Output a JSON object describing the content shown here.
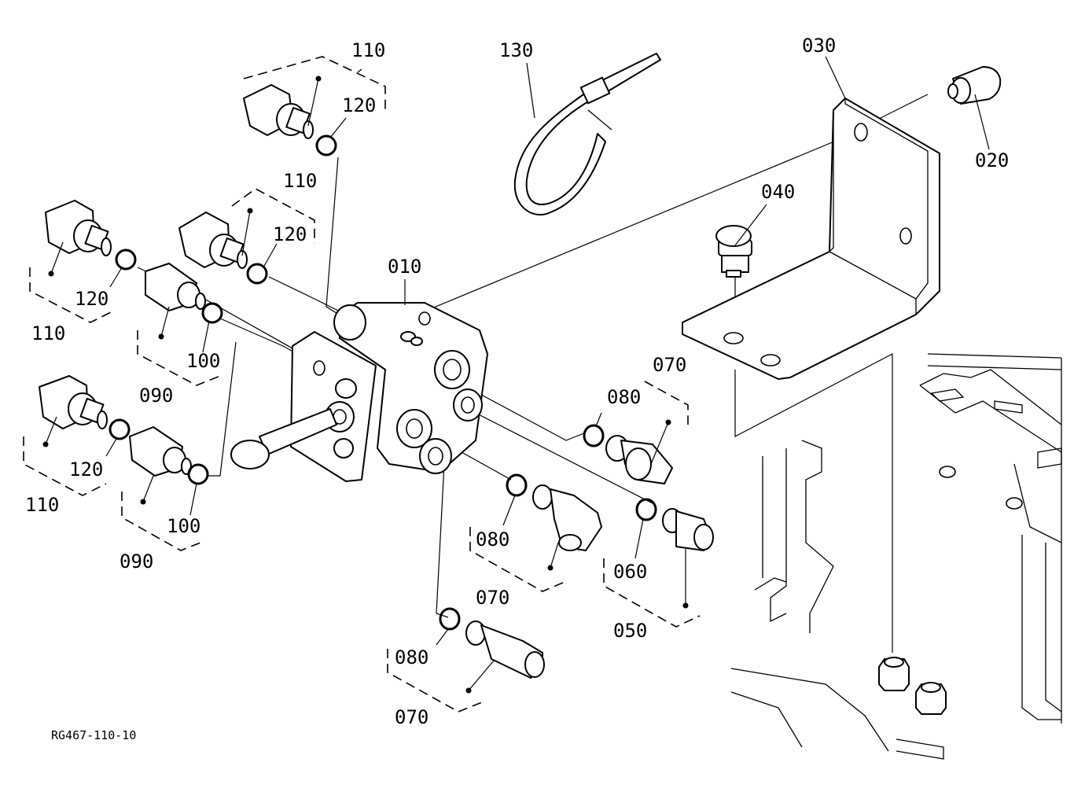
{
  "drawing_code": "RG467-110-10",
  "callouts": [
    {
      "id": "c110a",
      "text": "110"
    },
    {
      "id": "c120a",
      "text": "120"
    },
    {
      "id": "c130",
      "text": "130"
    },
    {
      "id": "c030",
      "text": "030"
    },
    {
      "id": "c020",
      "text": "020"
    },
    {
      "id": "c110b",
      "text": "110"
    },
    {
      "id": "c120b",
      "text": "120"
    },
    {
      "id": "c040",
      "text": "040"
    },
    {
      "id": "c010",
      "text": "010"
    },
    {
      "id": "c120c",
      "text": "120"
    },
    {
      "id": "c110c",
      "text": "110"
    },
    {
      "id": "c100a",
      "text": "100"
    },
    {
      "id": "c090a",
      "text": "090"
    },
    {
      "id": "c070a",
      "text": "070"
    },
    {
      "id": "c080a",
      "text": "080"
    },
    {
      "id": "c120d",
      "text": "120"
    },
    {
      "id": "c110d",
      "text": "110"
    },
    {
      "id": "c100b",
      "text": "100"
    },
    {
      "id": "c090b",
      "text": "090"
    },
    {
      "id": "c080b",
      "text": "080"
    },
    {
      "id": "c070b",
      "text": "070"
    },
    {
      "id": "c060",
      "text": "060"
    },
    {
      "id": "c050",
      "text": "050"
    },
    {
      "id": "c080c",
      "text": "080"
    },
    {
      "id": "c070c",
      "text": "070"
    }
  ]
}
